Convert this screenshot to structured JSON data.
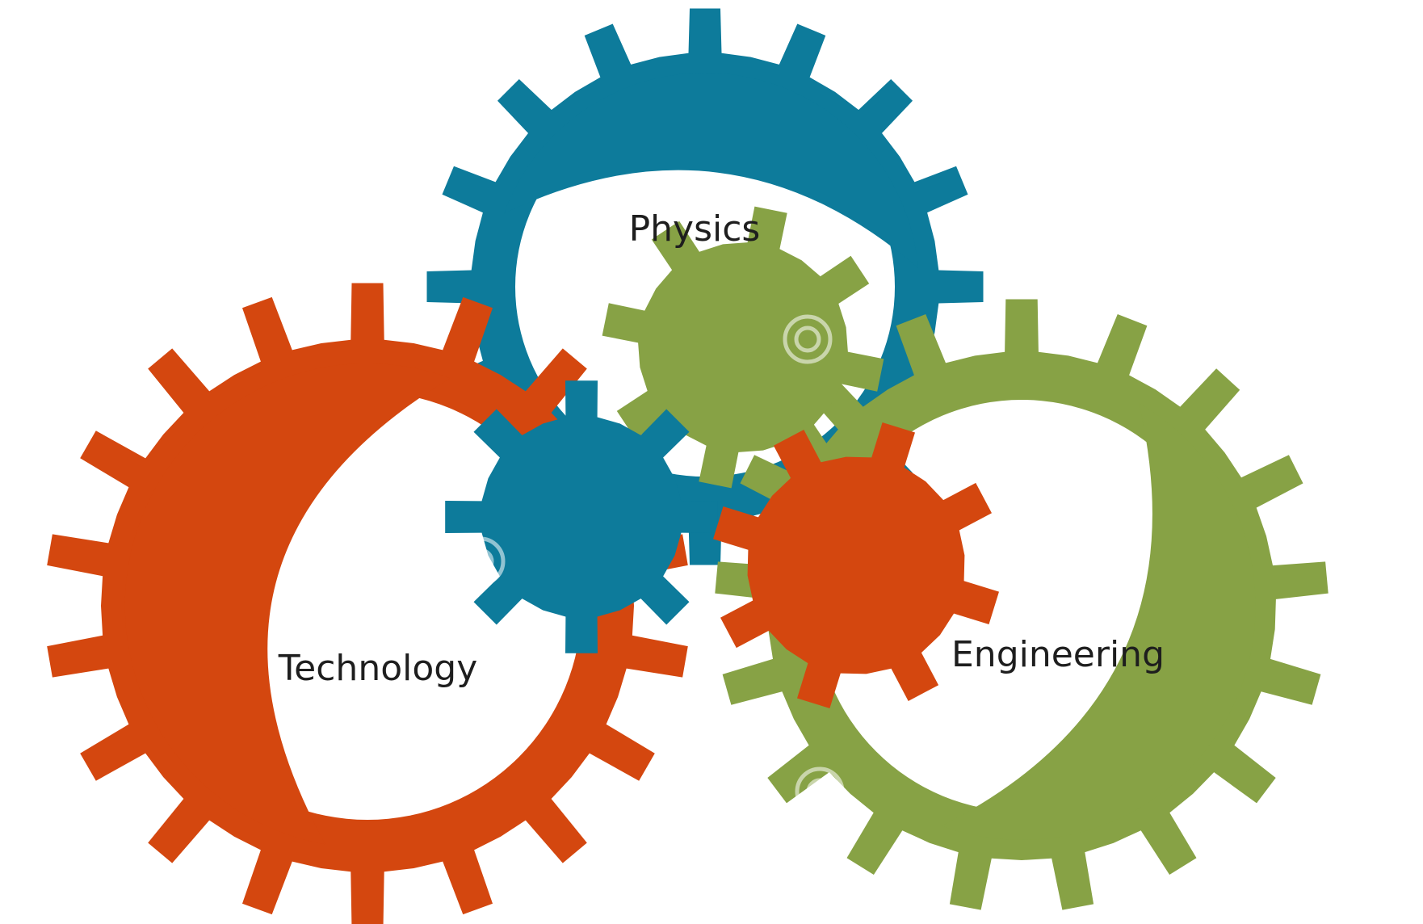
{
  "labels": {
    "physics": "Physics",
    "technology": "Technology",
    "engineering": "Engineering"
  },
  "gears": [
    {
      "id": "physics",
      "color": "#0d7b9b"
    },
    {
      "id": "technology",
      "color": "#d4470f"
    },
    {
      "id": "engineering",
      "color": "#87a245"
    }
  ],
  "background": "#ffffff"
}
